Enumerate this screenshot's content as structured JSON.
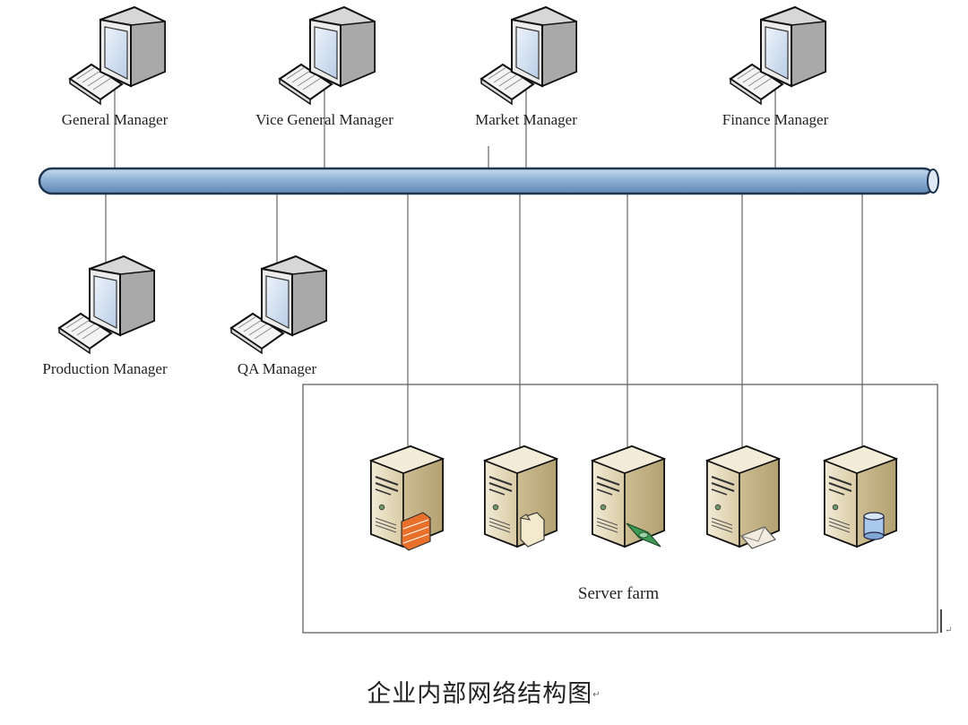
{
  "computers": {
    "general_manager": "General Manager",
    "vice_general_manager": "Vice General Manager",
    "market_manager": "Market Manager",
    "finance_manager": "Finance Manager",
    "production_manager": "Production Manager",
    "qa_manager": "QA Manager"
  },
  "server_farm": {
    "label": "Server farm",
    "servers": [
      {
        "icon": "firewall-icon"
      },
      {
        "icon": "file-icon"
      },
      {
        "icon": "money-icon"
      },
      {
        "icon": "mail-icon"
      },
      {
        "icon": "database-icon"
      }
    ]
  },
  "caption": "企业内部网络结构图",
  "paragraph_mark": "↵",
  "colors": {
    "bus_fill": "#9ebbd9",
    "bus_stroke": "#1f3550",
    "server_body": "#e2d7b9",
    "monitor_screen": "#dbe6f3"
  }
}
